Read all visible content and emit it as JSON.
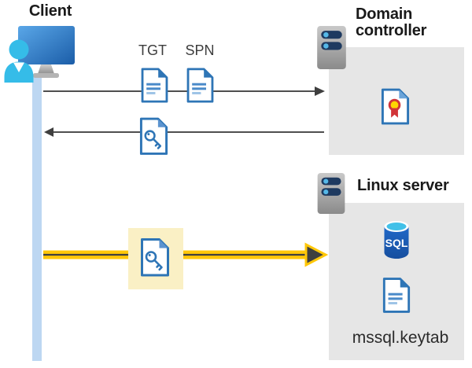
{
  "labels": {
    "client": "Client",
    "tgt": "TGT",
    "spn": "SPN",
    "domain_controller": "Domain controller",
    "linux_server": "Linux server",
    "sql": "SQL",
    "keytab": "mssql.keytab"
  },
  "icons": {
    "client": "person-at-monitor-icon",
    "ticket": "document-icon",
    "service_ticket": "key-document-icon",
    "domain_controller": "server-icon",
    "linux_server": "server-icon",
    "certificate": "certificate-icon",
    "database": "sql-database-icon",
    "keytab_file": "document-icon"
  },
  "colors": {
    "lifeline_blue": "#bdd7f2",
    "box_gray": "#e6e6e6",
    "arrow_gray": "#4a4a4a",
    "icon_blue": "#2e75b6",
    "icon_blue_light": "#9dc3e6",
    "highlight_yellow_bg": "#faf0c5",
    "arrow_yellow": "#ffc708",
    "sql_blue": "#1c60c0",
    "sql_cyan": "#41c0e8",
    "seal_yellow": "#ffd402",
    "seal_red": "#d13438",
    "person_cyan": "#35bce8",
    "server_navy": "#1e3a60"
  }
}
